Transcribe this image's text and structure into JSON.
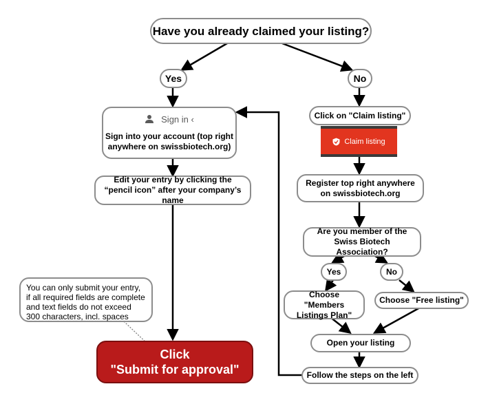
{
  "flowchart": {
    "question_claimed": "Have you already claimed your listing?",
    "yes_left": "Yes",
    "no_right": "No",
    "signin_label": "Sign in ‹",
    "signin_instruction": "Sign into your account (top right anywhere on swissbiotech.org)",
    "edit_entry": "Edit your entry by clicking the “pencil icon” after your company’s name",
    "note": "You can only submit your entry, if all required fields are complete and text fields do not exceed 300 characters, incl. spaces",
    "submit_line1": "Click",
    "submit_line2": "\"Submit for approval\"",
    "click_claim": "Click on \"Claim listing\"",
    "claim_button_label": "Claim listing",
    "register": "Register top right anywhere on swissbiotech.org",
    "question_member": "Are you member of the Swiss Biotech Association?",
    "yes_member": "Yes",
    "no_member": "No",
    "choose_members": "Choose \"Members Listings Plan\"",
    "choose_free": "Choose \"Free listing\"",
    "open_listing": "Open your listing",
    "follow_steps": "Follow the steps on the left"
  },
  "colors": {
    "submit_bg": "#b91b1b",
    "claim_button_bg": "#e2351f",
    "border": "#8c8c8c"
  },
  "icons": [
    "person-icon",
    "shield-check-icon"
  ]
}
